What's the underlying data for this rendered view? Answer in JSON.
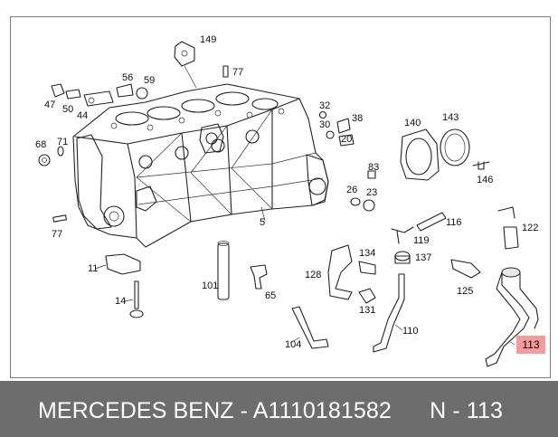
{
  "caption": {
    "brand": "MERCEDES BENZ",
    "separator": " - ",
    "part_number": "A1110181582",
    "position": "N - 113"
  },
  "highlight": {
    "label": "113",
    "color": "#f79a9c"
  },
  "part_labels": [
    {
      "id": "149",
      "text": "149"
    },
    {
      "id": "77a",
      "text": "77"
    },
    {
      "id": "56",
      "text": "56"
    },
    {
      "id": "59",
      "text": "59"
    },
    {
      "id": "47",
      "text": "47"
    },
    {
      "id": "50",
      "text": "50"
    },
    {
      "id": "44",
      "text": "44"
    },
    {
      "id": "32",
      "text": "32"
    },
    {
      "id": "38",
      "text": "38"
    },
    {
      "id": "30",
      "text": "30"
    },
    {
      "id": "20",
      "text": "20"
    },
    {
      "id": "140",
      "text": "140"
    },
    {
      "id": "143",
      "text": "143"
    },
    {
      "id": "68",
      "text": "68"
    },
    {
      "id": "71",
      "text": "71"
    },
    {
      "id": "83",
      "text": "83"
    },
    {
      "id": "146",
      "text": "146"
    },
    {
      "id": "26",
      "text": "26"
    },
    {
      "id": "23",
      "text": "23"
    },
    {
      "id": "5",
      "text": "5"
    },
    {
      "id": "116",
      "text": "116"
    },
    {
      "id": "122",
      "text": "122"
    },
    {
      "id": "77b",
      "text": "77"
    },
    {
      "id": "119",
      "text": "119"
    },
    {
      "id": "134",
      "text": "134"
    },
    {
      "id": "137",
      "text": "137"
    },
    {
      "id": "11",
      "text": "11"
    },
    {
      "id": "128",
      "text": "128"
    },
    {
      "id": "125",
      "text": "125"
    },
    {
      "id": "101",
      "text": "101"
    },
    {
      "id": "65",
      "text": "65"
    },
    {
      "id": "14",
      "text": "14"
    },
    {
      "id": "131",
      "text": "131"
    },
    {
      "id": "110",
      "text": "110"
    },
    {
      "id": "104",
      "text": "104"
    }
  ]
}
